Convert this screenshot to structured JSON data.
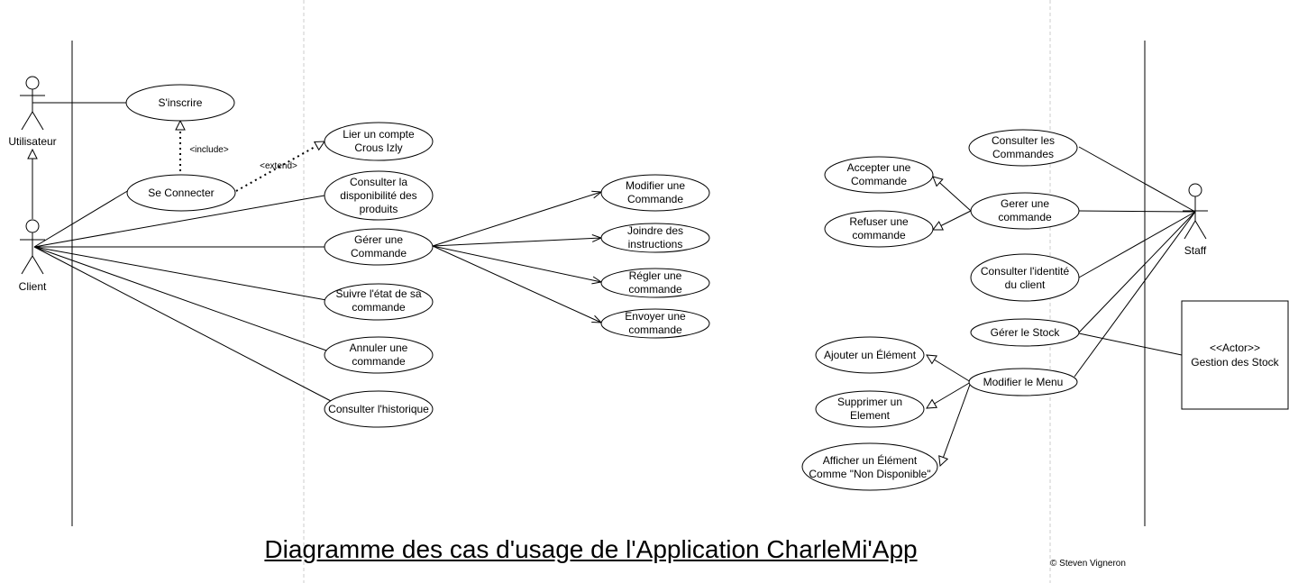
{
  "title": "Diagramme des cas d'usage de l'Application CharleMi'App",
  "copyright": "© Steven Vigneron",
  "actors": {
    "utilisateur": "Utilisateur",
    "client": "Client",
    "staff": "Staff",
    "gestion_stock_stereotype": "<<Actor>>",
    "gestion_stock_name": "Gestion des Stock"
  },
  "relations": {
    "include": "<include>",
    "extend": "<extend>"
  },
  "use_cases": {
    "sinscrire": [
      "S'inscrire"
    ],
    "se_connecter": [
      "Se Connecter"
    ],
    "lier_compte": [
      "Lier un compte",
      "Crous Izly"
    ],
    "consulter_dispo": [
      "Consulter la",
      "disponibilité des",
      "produits"
    ],
    "gerer_commande_client": [
      "Gérer une",
      "Commande"
    ],
    "suivre_etat": [
      "Suivre l'état de sa",
      "commande"
    ],
    "annuler": [
      "Annuler une",
      "commande"
    ],
    "historique": [
      "Consulter l'historique"
    ],
    "modifier_commande": [
      "Modifier une",
      "Commande"
    ],
    "joindre": [
      "Joindre des",
      "instructions"
    ],
    "regler": [
      "Régler une",
      "commande"
    ],
    "envoyer": [
      "Envoyer une",
      "commande"
    ],
    "consulter_commandes": [
      "Consulter les",
      "Commandes"
    ],
    "accepter": [
      "Accepter une",
      "Commande"
    ],
    "refuser": [
      "Refuser une",
      "commande"
    ],
    "gerer_commande_staff": [
      "Gerer une",
      "commande"
    ],
    "identite": [
      "Consulter l'identité",
      "du client"
    ],
    "gerer_stock": [
      "Gérer le Stock"
    ],
    "ajouter": [
      "Ajouter un Élément"
    ],
    "modifier_menu": [
      "Modifier le Menu"
    ],
    "supprimer": [
      "Supprimer un",
      "Element"
    ],
    "afficher": [
      "Afficher un Élément",
      "Comme \"Non Disponible\""
    ]
  }
}
